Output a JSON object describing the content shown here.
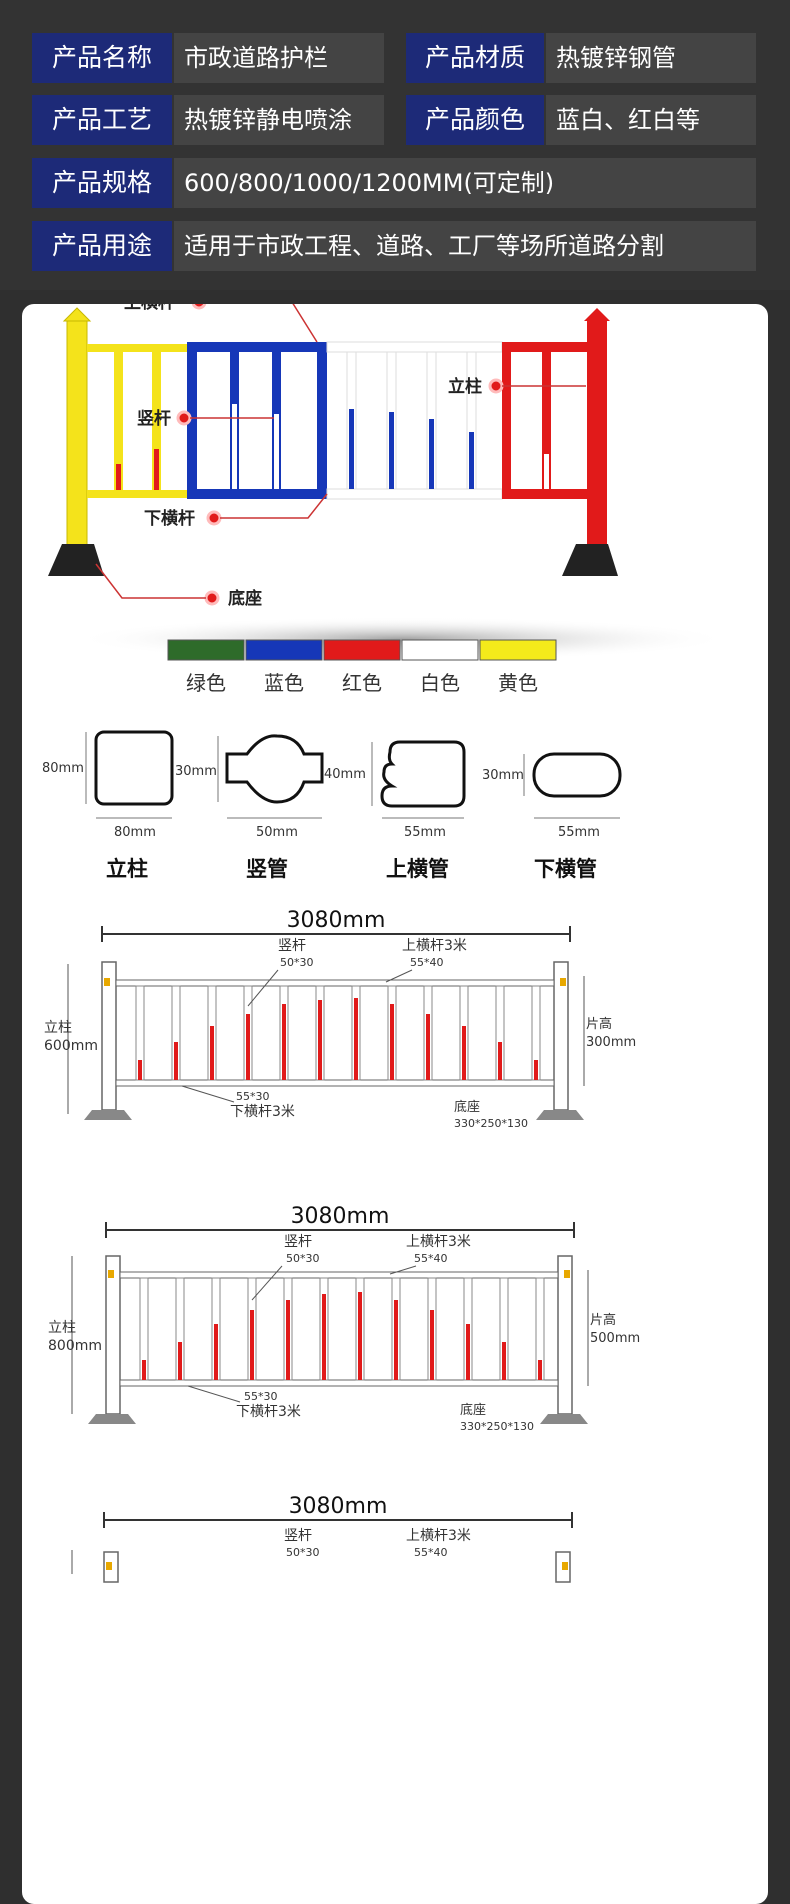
{
  "specs": [
    {
      "label": "产品名称",
      "value": "市政道路护栏"
    },
    {
      "label": "产品材质",
      "value": "热镀锌钢管"
    },
    {
      "label": "产品工艺",
      "value": "热镀锌静电喷涂"
    },
    {
      "label": "产品颜色",
      "value": "蓝白、红白等"
    },
    {
      "label": "产品规格",
      "value": "600/800/1000/1200MM(可定制)"
    },
    {
      "label": "产品用途",
      "value": "适用于市政工程、道路、工厂等场所道路分割"
    }
  ],
  "parts": {
    "top_rail": "上横杆",
    "vertical_bar": "竖杆",
    "bottom_rail": "下横杆",
    "post": "立柱",
    "base": "底座"
  },
  "swatches": [
    {
      "name": "绿色",
      "color": "#2e6b2a"
    },
    {
      "name": "蓝色",
      "color": "#1637b8"
    },
    {
      "name": "红色",
      "color": "#e11a1a"
    },
    {
      "name": "白色",
      "color": "#ffffff"
    },
    {
      "name": "黄色",
      "color": "#f4ea1b"
    }
  ],
  "profiles": [
    {
      "name": "立柱",
      "h": "80mm",
      "w": "80mm"
    },
    {
      "name": "竖管",
      "h": "30mm",
      "w": "50mm"
    },
    {
      "name": "上横管",
      "h": "40mm",
      "w": "55mm"
    },
    {
      "name": "下横管",
      "h": "30mm",
      "w": "55mm"
    }
  ],
  "drawings": [
    {
      "width": "3080mm",
      "bar": "竖杆",
      "bar_size": "50*30",
      "top": "上横杆3米",
      "top_size": "55*40",
      "bottom_size": "55*30",
      "bottom": "下横杆3米",
      "post": "立柱",
      "post_h": "600mm",
      "panel": "片高",
      "panel_h": "300mm",
      "base": "底座",
      "base_size": "330*250*130"
    },
    {
      "width": "3080mm",
      "bar": "竖杆",
      "bar_size": "50*30",
      "top": "上横杆3米",
      "top_size": "55*40",
      "bottom_size": "55*30",
      "bottom": "下横杆3米",
      "post": "立柱",
      "post_h": "800mm",
      "panel": "片高",
      "panel_h": "500mm",
      "base": "底座",
      "base_size": "330*250*130"
    },
    {
      "width": "3080mm",
      "bar": "竖杆",
      "bar_size": "50*30",
      "top": "上横杆3米",
      "top_size": "55*40"
    }
  ],
  "colors": {
    "label_bg": "#1d2a78",
    "accent_red": "#e11a1a",
    "blue": "#1637b8",
    "yellow": "#f4e31b"
  }
}
